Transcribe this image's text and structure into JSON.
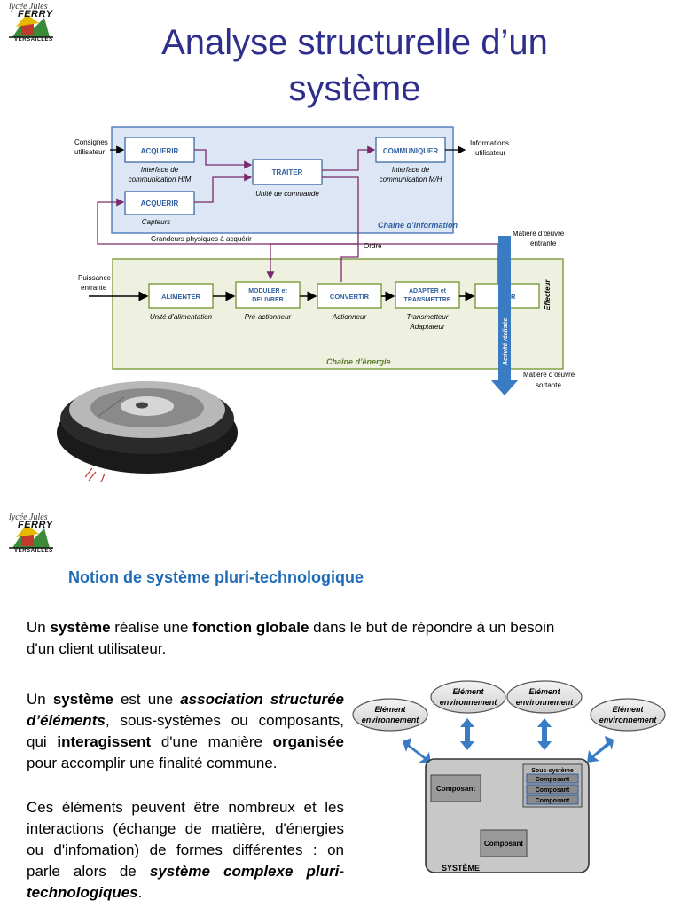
{
  "logo": {
    "script_text": "lycée Jules",
    "name": "FERRY",
    "city": "VERSAILLES"
  },
  "title": {
    "line1": "Analyse structurelle d’un",
    "line2": "système"
  },
  "chain_diagram": {
    "consignes": [
      "Consignes",
      "utilisateur"
    ],
    "informations": [
      "Informations",
      "utilisateur"
    ],
    "acquerir_1": "ACQUERIR",
    "acquerir_1_caption": [
      "Interface de",
      "communication H/M"
    ],
    "acquerir_2": "ACQUERIR",
    "acquerir_2_caption": "Capteurs",
    "traiter": "TRAITER",
    "traiter_caption": "Unité de commande",
    "communiquer": "COMMUNIQUER",
    "communiquer_caption": [
      "Interface de",
      "communication M/H"
    ],
    "chaine_information": "Chaîne d’information",
    "grandeurs": "Grandeurs physiques à acquérir",
    "ordre": "Ordre",
    "matiere_entrante": [
      "Matière d’œuvre",
      "entrante"
    ],
    "puissance": [
      "Puissance",
      "entrante"
    ],
    "alimenter": "ALIMENTER",
    "alimenter_caption": "Unité d’alimentation",
    "moduler": [
      "MODULER et",
      "DELIVRER"
    ],
    "moduler_caption": "Pré-actionneur",
    "convertir": "CONVERTIR",
    "convertir_caption": "Actionneur",
    "adapter": [
      "ADAPTER et",
      "TRANSMETTRE"
    ],
    "adapter_caption": [
      "Transmetteur",
      "Adaptateur"
    ],
    "agir": "AGIR",
    "effecteur": "Effecteur",
    "activite": "Activité réalisée",
    "chaine_energie": "Chaîne d’énergie",
    "matiere_sortante": [
      "Matière d’œuvre",
      "sortante"
    ]
  },
  "section": {
    "heading": "Notion de système pluri-technologique"
  },
  "paragraph1": {
    "t1": "Un ",
    "b1": "système",
    "t2": " réalise une ",
    "b2": "fonction globale",
    "t3": " dans le but de répondre à un besoin d'un client utilisateur."
  },
  "paragraph2": {
    "t1": "Un ",
    "b1": "système",
    "t2": " est une ",
    "bi1": "association structurée d’éléments",
    "t3": ", sous-systèmes ou composants, qui ",
    "b2": "interagissent",
    "t4": " d'une manière ",
    "b3": "organisée",
    "t5": " pour accomplir une finalité commune."
  },
  "paragraph3": {
    "t1": "Ces éléments peuvent être nombreux et les interactions (échange de matière, d'énergies ou d'infomation) de formes différentes : on parle alors de ",
    "bi1": "système complexe pluri-technologiques",
    "t2": "."
  },
  "system_diagram": {
    "env1": [
      "Elément",
      "environnement"
    ],
    "env2": [
      "Elément",
      "environnement"
    ],
    "env3": [
      "Elément",
      "environnement"
    ],
    "env4": [
      "Elément",
      "environnement"
    ],
    "composant_left": "Composant",
    "composant_bottom": "Composant",
    "sous_systeme": "Sous-système",
    "sub_composants": [
      "Composant",
      "Composant",
      "Composant"
    ],
    "systeme": "SYSTÈME"
  }
}
